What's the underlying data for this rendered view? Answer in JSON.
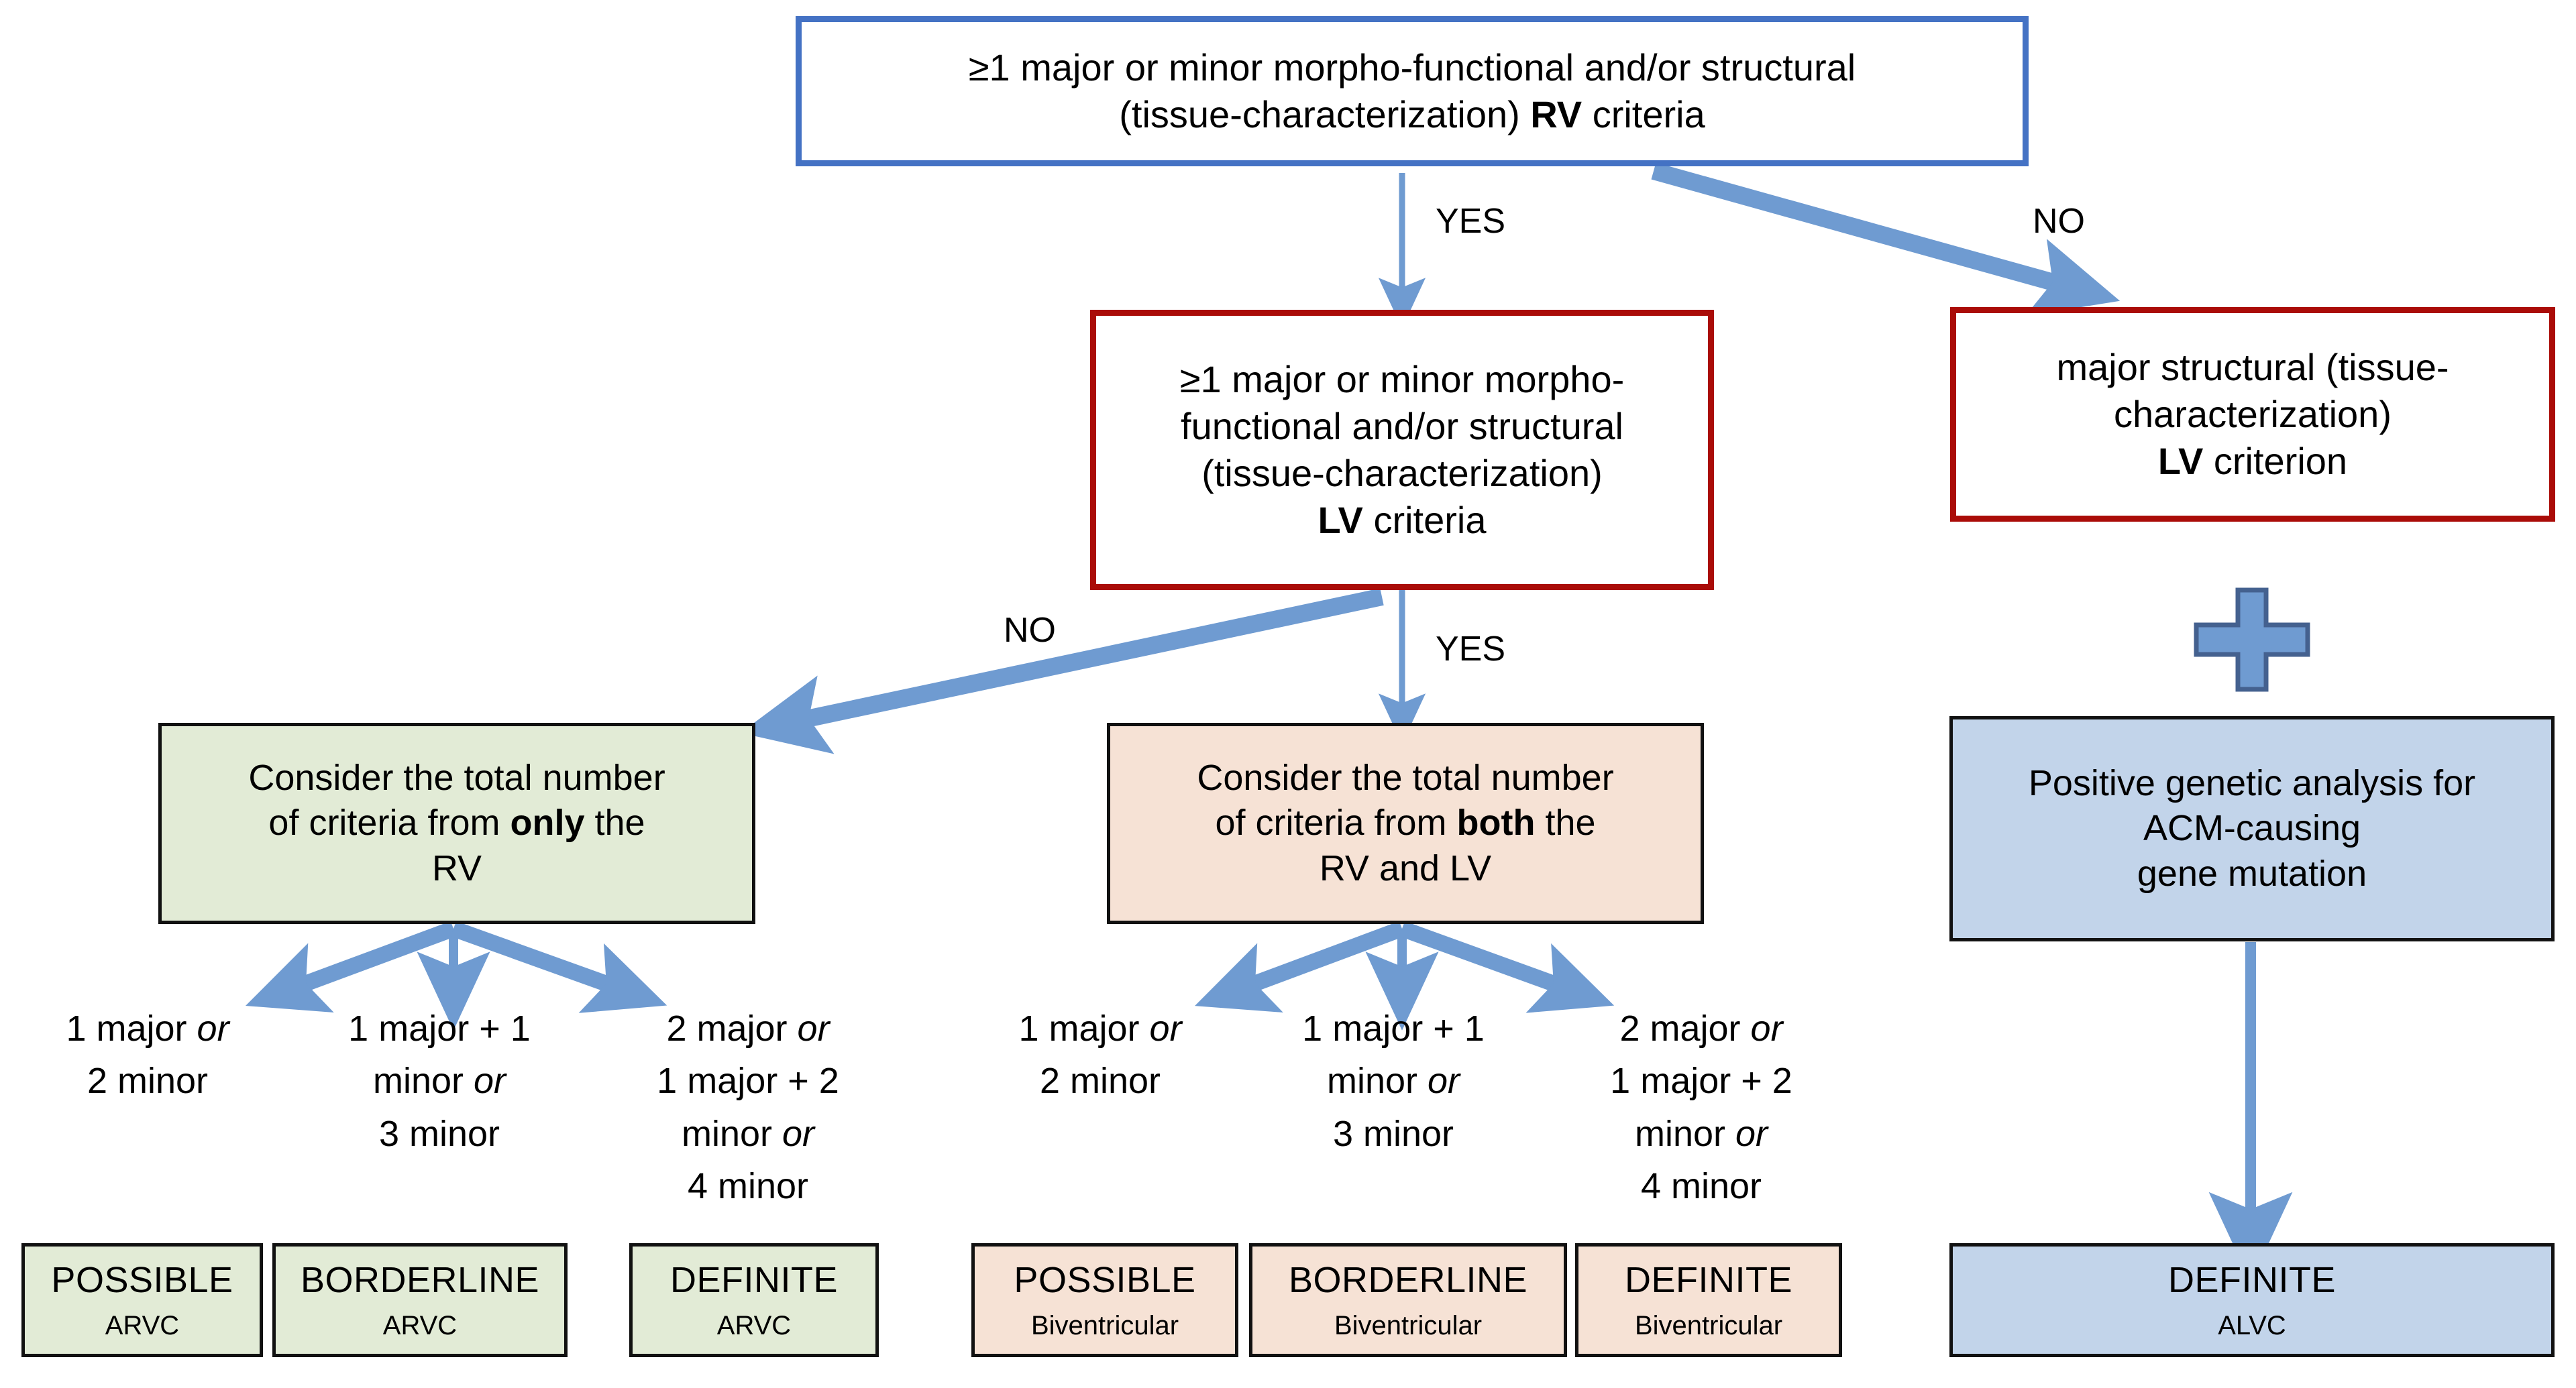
{
  "diagram": {
    "title": "ACM diagnostic criteria flowchart",
    "colors": {
      "arrow": "#6f9bd1",
      "rv_box_border": "#4472c4",
      "lv_box_border": "#aa0c08",
      "green_fill": "#e2ebd6",
      "peach_fill": "#f6e2d5",
      "blue_fill": "#c2d4ea",
      "plus_fill": "#6f9bd1",
      "plus_stroke": "#44618f"
    },
    "nodes": {
      "rv_criteria": {
        "line1": "≥1 major or minor morpho-functional and/or structural",
        "line2_pre": "(tissue-characterization) ",
        "line2_bold": "RV",
        "line2_post": " criteria"
      },
      "lv_criteria": {
        "line1": "≥1 major or minor morpho-",
        "line2": "functional and/or structural",
        "line3": "(tissue-characterization)",
        "line4_bold": "LV",
        "line4_post": " criteria"
      },
      "lv_major_structural": {
        "line1": "major structural (tissue-",
        "line2": "characterization)",
        "line3_bold": "LV",
        "line3_post": " criterion"
      },
      "consider_rv_only": {
        "line1": "Consider the total number",
        "line2_pre": "of criteria from ",
        "line2_bold": "only",
        "line2_post": " the",
        "line3": "RV"
      },
      "consider_both": {
        "line1": "Consider the total number",
        "line2_pre": "of criteria from ",
        "line2_bold": "both",
        "line2_post": " the",
        "line3": "RV and LV"
      },
      "genetic": {
        "line1": "Positive genetic analysis for",
        "line2": "ACM-causing",
        "line3": "gene mutation"
      },
      "plus_symbol": "+"
    },
    "edge_labels": {
      "rv_yes": "YES",
      "rv_no": "NO",
      "lv_no": "NO",
      "lv_yes": "YES"
    },
    "criteria_sets": {
      "arvc": [
        {
          "lines": [
            "1 major <i>or</i>",
            "2 minor"
          ]
        },
        {
          "lines": [
            "1 major + 1",
            "minor <i>or</i>",
            "3 minor"
          ]
        },
        {
          "lines": [
            "2 major <i>or</i>",
            "1 major + 2",
            "minor <i>or</i>",
            "4 minor"
          ]
        }
      ],
      "biventricular": [
        {
          "lines": [
            "1 major <i>or</i>",
            "2 minor"
          ]
        },
        {
          "lines": [
            "1 major + 1",
            "minor <i>or</i>",
            "3 minor"
          ]
        },
        {
          "lines": [
            "2 major <i>or</i>",
            "1 major + 2",
            "minor <i>or</i>",
            "4 minor"
          ]
        }
      ]
    },
    "outcomes": {
      "arvc": [
        {
          "title": "POSSIBLE",
          "subtitle": "ARVC"
        },
        {
          "title": "BORDERLINE",
          "subtitle": "ARVC"
        },
        {
          "title": "DEFINITE",
          "subtitle": "ARVC"
        }
      ],
      "biventricular": [
        {
          "title": "POSSIBLE",
          "subtitle": "Biventricular"
        },
        {
          "title": "BORDERLINE",
          "subtitle": "Biventricular"
        },
        {
          "title": "DEFINITE",
          "subtitle": "Biventricular"
        }
      ],
      "alvc": {
        "title": "DEFINITE",
        "subtitle": "ALVC"
      }
    }
  }
}
